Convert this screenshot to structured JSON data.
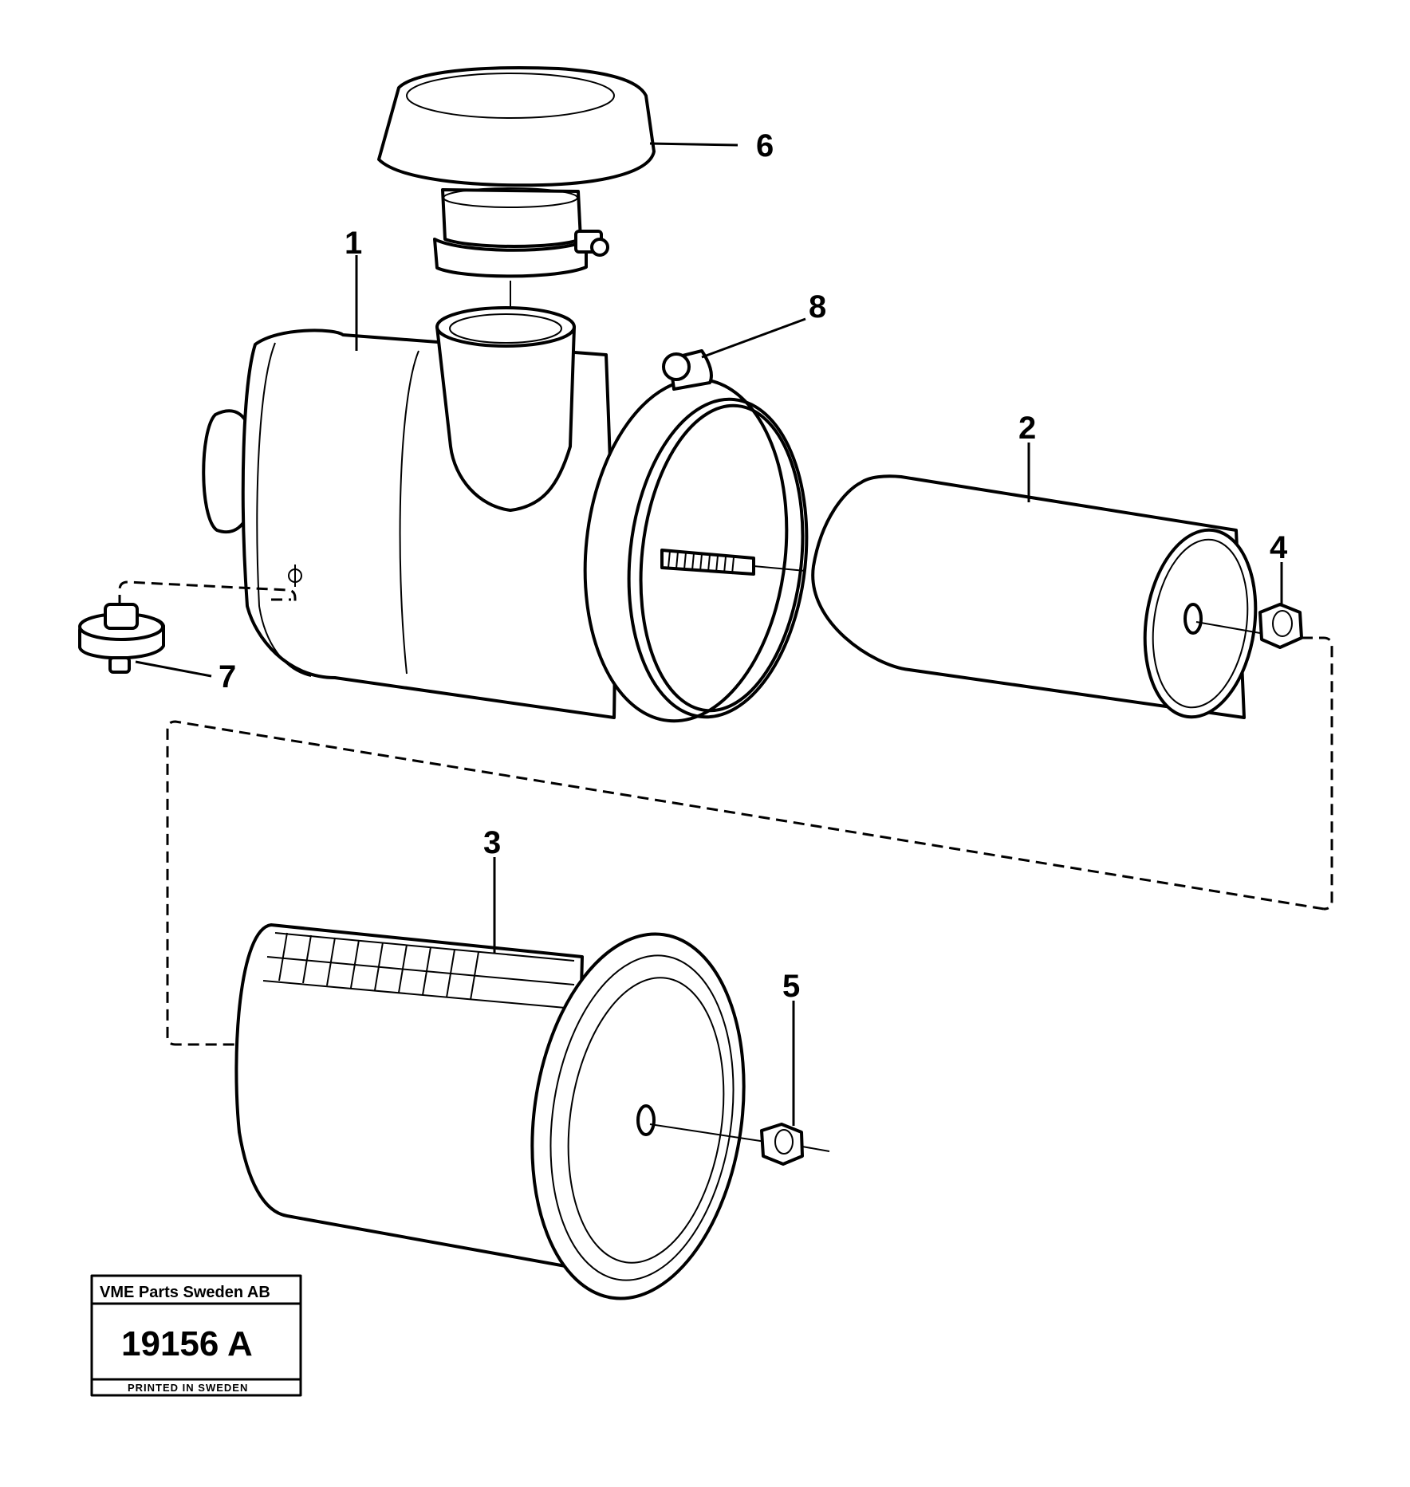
{
  "callouts": [
    {
      "id": "1",
      "label": "1"
    },
    {
      "id": "2",
      "label": "2"
    },
    {
      "id": "3",
      "label": "3"
    },
    {
      "id": "4",
      "label": "4"
    },
    {
      "id": "5",
      "label": "5"
    },
    {
      "id": "6",
      "label": "6"
    },
    {
      "id": "7",
      "label": "7"
    },
    {
      "id": "8",
      "label": "8"
    }
  ],
  "stamp": {
    "company": "VME Parts Sweden AB",
    "drawing_number": "19156 A",
    "printed": "PRINTED IN SWEDEN"
  }
}
